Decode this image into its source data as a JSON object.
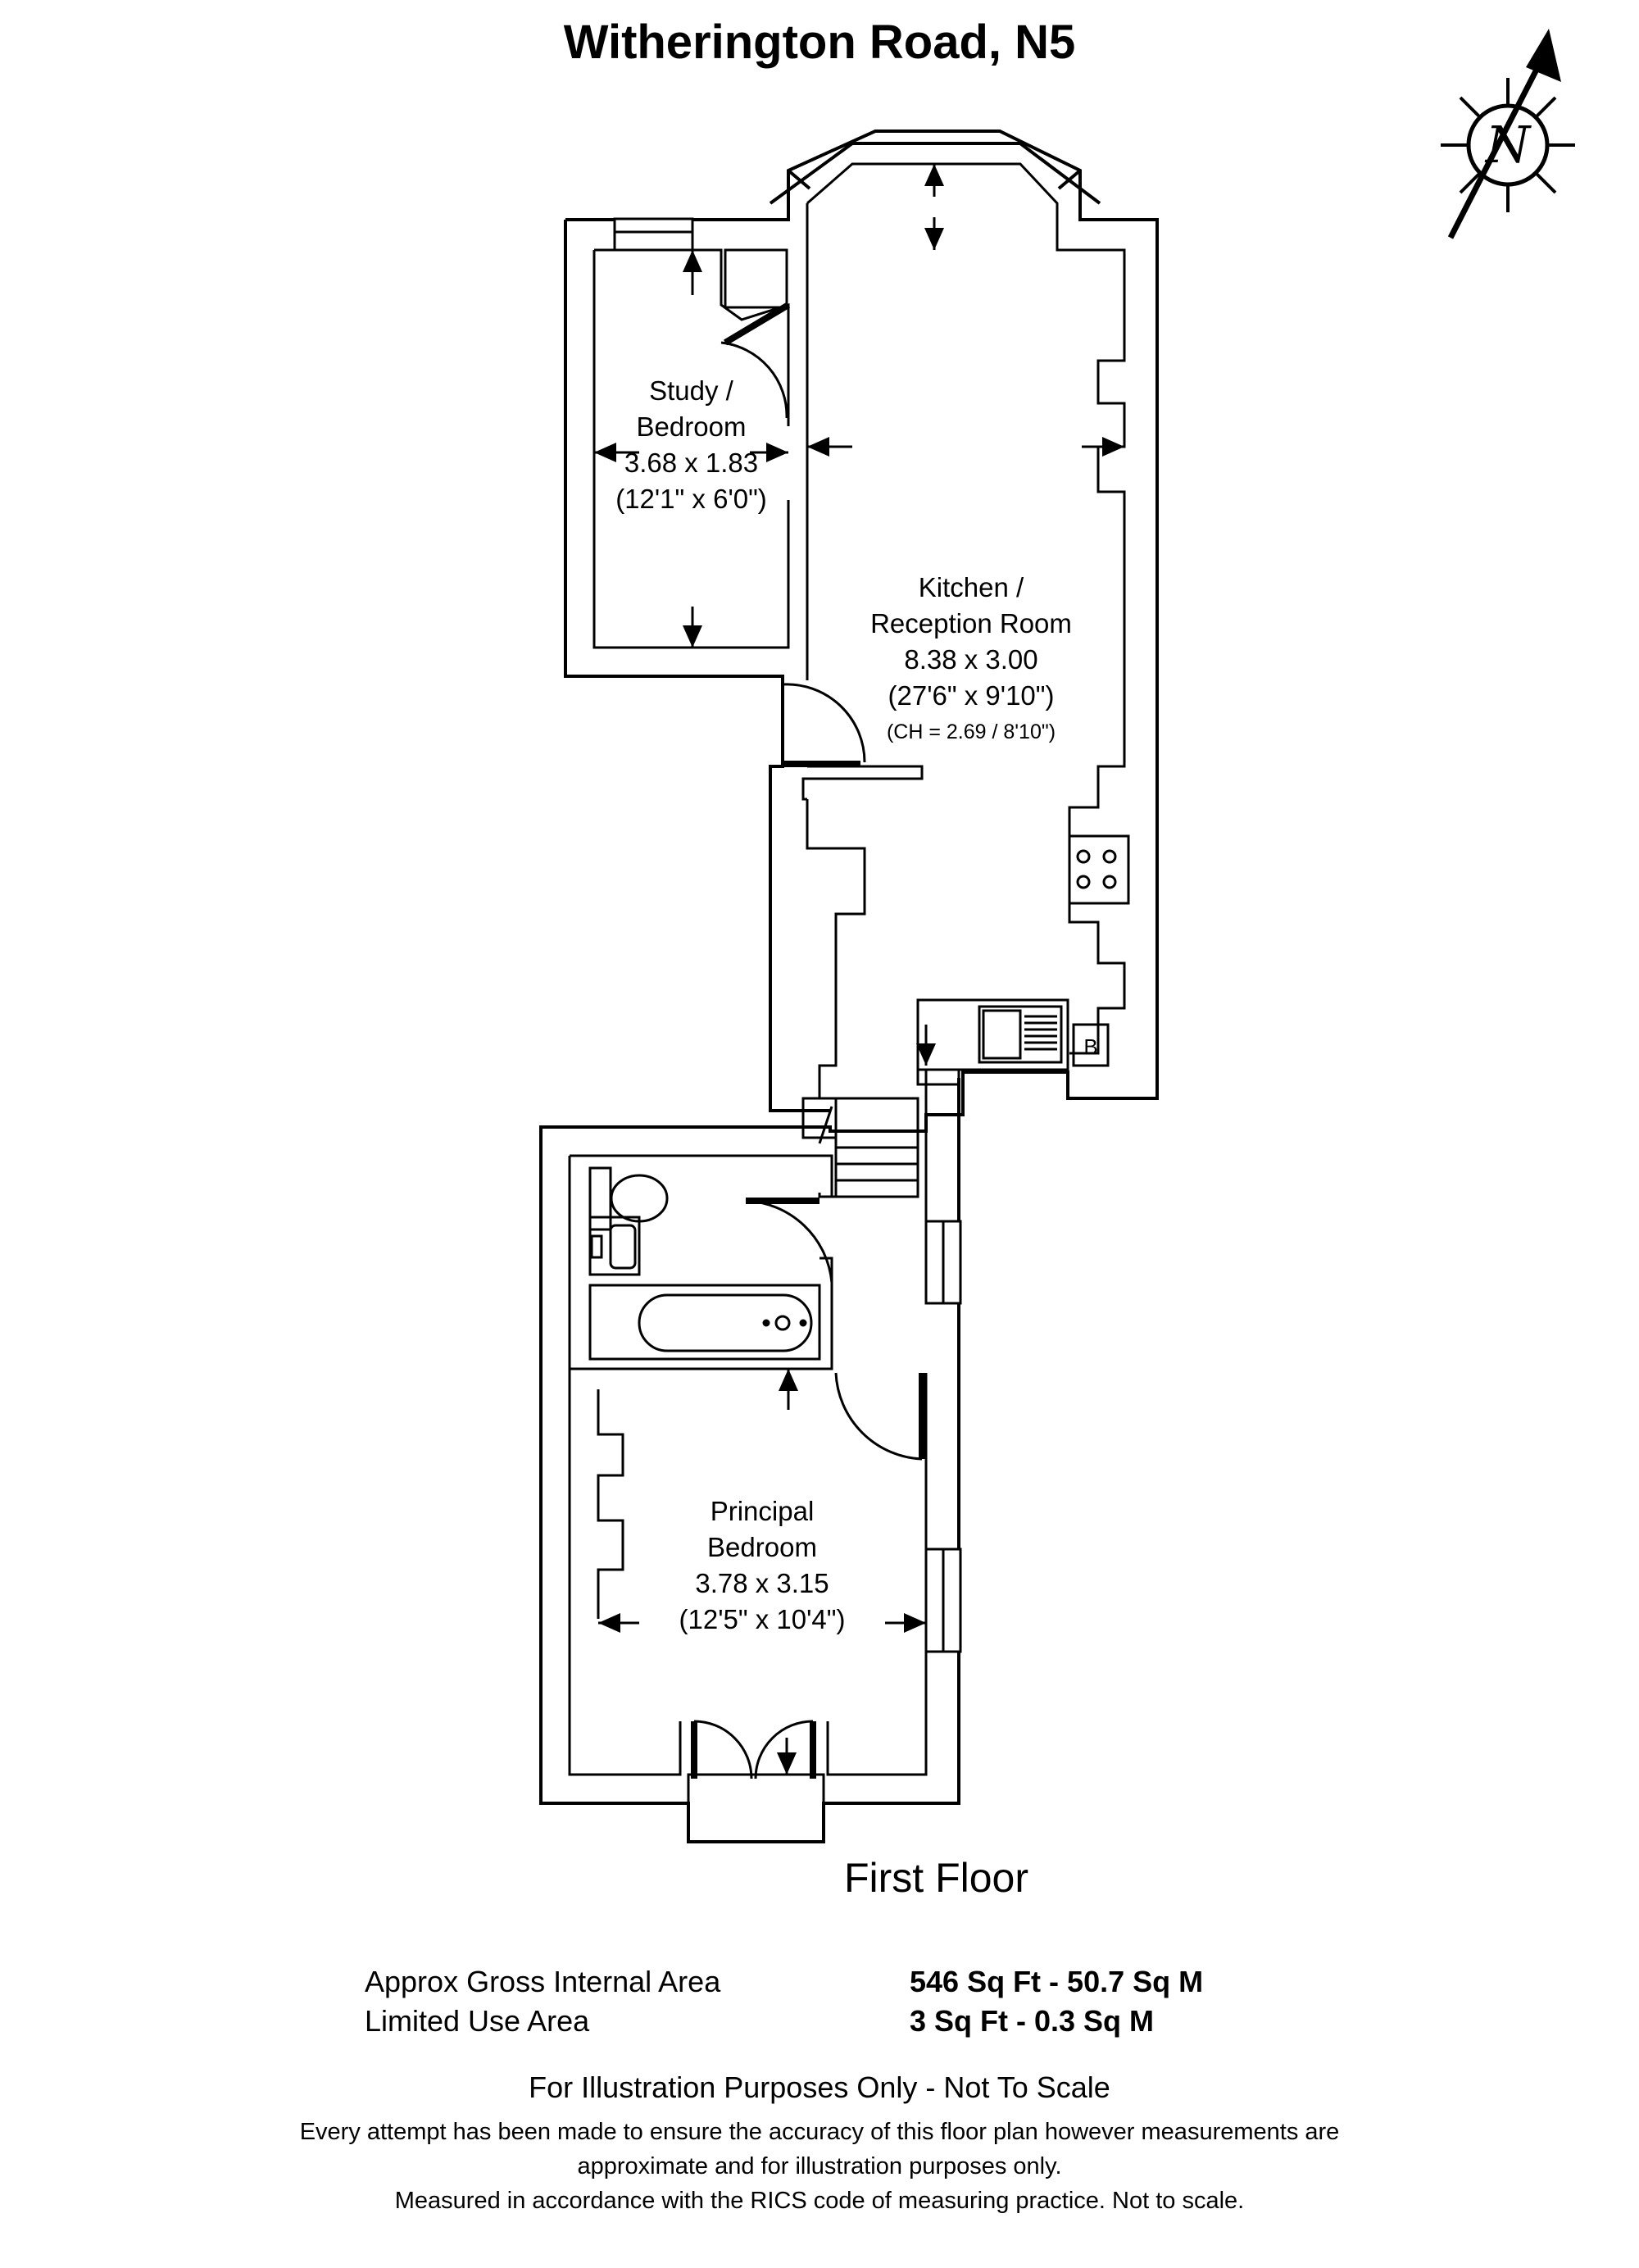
{
  "title": "Witherington Road, N5",
  "compass": {
    "label": "N",
    "icon": "north-arrow-icon"
  },
  "rooms": [
    {
      "name_line1": "Study /",
      "name_line2": "Bedroom",
      "metric": "3.68 x 1.83",
      "imperial": "(12'1\" x 6'0\")"
    },
    {
      "name_line1": "Kitchen /",
      "name_line2": "Reception Room",
      "metric": "8.38 x 3.00",
      "imperial": "(27'6\" x 9'10\")",
      "ceiling": "(CH = 2.69 / 8'10\")"
    },
    {
      "name_line1": "Principal",
      "name_line2": "Bedroom",
      "metric": "3.78 x 3.15",
      "imperial": "(12'5\" x 10'4\")"
    }
  ],
  "boiler_label": "B",
  "floor_label": "First Floor",
  "areas": [
    {
      "label": "Approx Gross Internal Area",
      "value": "546 Sq Ft - 50.7 Sq M"
    },
    {
      "label": "Limited Use Area",
      "value": "3 Sq Ft - 0.3 Sq M"
    }
  ],
  "disclaimer": {
    "heading": "For Illustration Purposes Only - Not To Scale",
    "line1": "Every attempt has been made to ensure the accuracy of this floor plan however measurements are",
    "line2": "approximate and for illustration purposes only.",
    "line3": "Measured in accordance with the RICS code of measuring practice. Not to scale."
  }
}
